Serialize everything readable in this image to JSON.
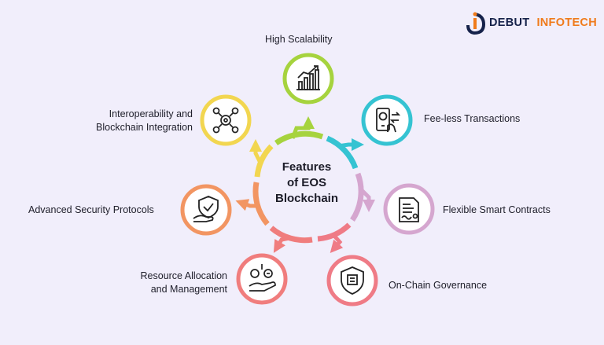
{
  "brand": {
    "name_part1": "DEBUT",
    "name_part2": "INFOTECH",
    "primary_color": "#16224a",
    "accent_color": "#f07a1a"
  },
  "center": {
    "line1": "Features",
    "line2": "of EOS",
    "line3": "Blockchain"
  },
  "features": [
    {
      "label": "High Scalability",
      "icon": "growth-chart-icon",
      "color": "#a6d33e"
    },
    {
      "label": "Fee-less Transactions",
      "icon": "payment-exchange-icon",
      "color": "#35c3d2"
    },
    {
      "label": "Flexible Smart Contracts",
      "icon": "contract-document-icon",
      "color": "#d5a6cf"
    },
    {
      "label": "On-Chain Governance",
      "icon": "governance-shield-icon",
      "color": "#ef7b86"
    },
    {
      "label_line1": "Resource Allocation",
      "label_line2": "and Management",
      "icon": "resource-hand-icon",
      "color": "#f07d7d"
    },
    {
      "label": "Advanced Security Protocols",
      "icon": "security-hand-shield-icon",
      "color": "#f29562"
    },
    {
      "label_line1": "Interoperability and",
      "label_line2": "Blockchain Integration",
      "icon": "network-gear-icon",
      "color": "#f2d650"
    }
  ]
}
